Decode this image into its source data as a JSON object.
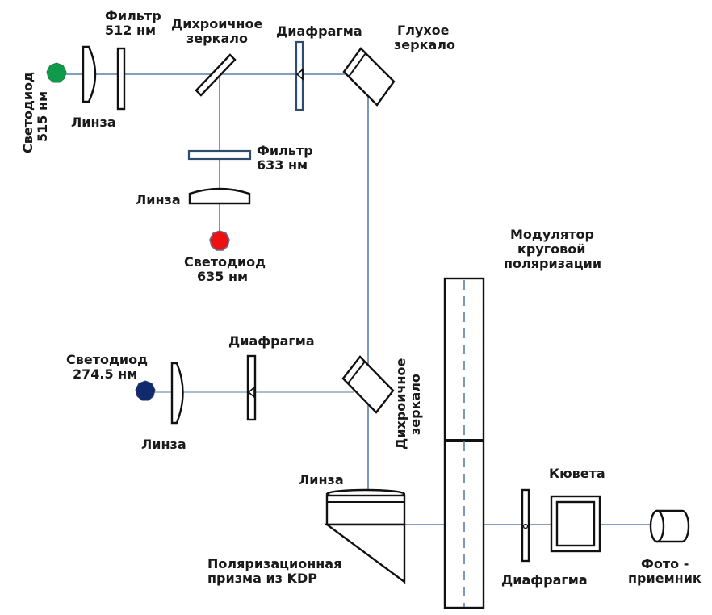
{
  "diagram": {
    "type": "optical-setup-schematic",
    "colors": {
      "led_green": "#0f9a4a",
      "led_red": "#ee1111",
      "led_blue": "#102a6e",
      "beam": "#5a7fa8"
    },
    "labels": {
      "led_515": [
        "Светодиод",
        "515 нм"
      ],
      "lens_1": "Линза",
      "filter_512": [
        "Фильтр",
        "512 нм"
      ],
      "dichroic_1": [
        "Дихроичное",
        "зеркало"
      ],
      "diaphragm_1": "Диафрагма",
      "blind_mirror": [
        "Глухое",
        "зеркало"
      ],
      "filter_633": [
        "Фильтр",
        "633 нм"
      ],
      "lens_2": "Линза",
      "led_635": [
        "Светодиод",
        "635 нм"
      ],
      "modulator": [
        "Модулятор",
        "круговой",
        "поляризации"
      ],
      "led_274": [
        "Светодиод",
        "274.5 нм"
      ],
      "diaphragm_2": "Диафрагма",
      "lens_3": "Линза",
      "dichroic_2": [
        "Дихроичное",
        "зеркало"
      ],
      "lens_4": "Линза",
      "prism": [
        "Поляризационная",
        "призма из KDP"
      ],
      "cuvette": "Кювета",
      "diaphragm_3": "Диафрагма",
      "photodetector": [
        "Фото -",
        "приемник"
      ]
    }
  }
}
